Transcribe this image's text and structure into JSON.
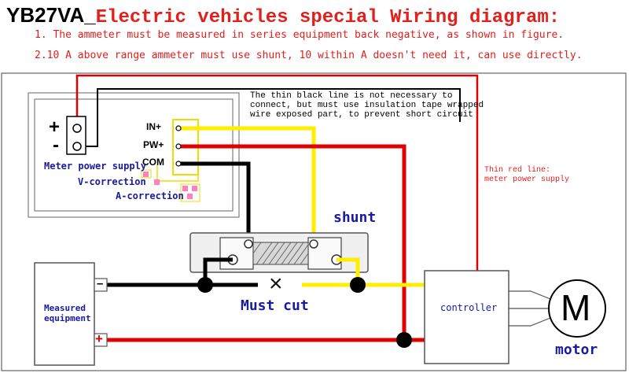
{
  "title": {
    "model": "YB27VA_",
    "rest": "Electric vehicles special Wiring diagram:"
  },
  "notes": [
    "1. The ammeter must be measured in series equipment back negative, as shown in figure.",
    "2.10 A above range ammeter must use shunt, 10 within A doesn't need it, can use directly."
  ],
  "thin_black_note": [
    "The thin black line is not necessary to",
    "connect, but must use insulation tape wrapped",
    "wire exposed part, to prevent short circuit"
  ],
  "thin_red_note": [
    "Thin red line:",
    "meter power supply"
  ],
  "meter": {
    "plus": "+",
    "minus": "-",
    "in_plus": "IN+",
    "pw_plus": "PW+",
    "com": "COM",
    "power_supply": "Meter power supply",
    "v_correction": "V-correction",
    "a_correction": "A-correction"
  },
  "shunt_label": "shunt",
  "must_cut_label": "Must cut",
  "cut_symbol": "×",
  "equipment": {
    "label_line1": "Measured",
    "label_line2": "equipment",
    "neg": "–",
    "pos": "+"
  },
  "controller_label": "controller",
  "motor": {
    "symbol": "M",
    "label": "motor"
  },
  "colors": {
    "title_black": "#000000",
    "title_red": "#e0201c",
    "note_red": "#e0201c",
    "wire_red": "#e00000",
    "wire_yellow": "#ffee00",
    "wire_black": "#000000",
    "label_blue": "#1a1aa0",
    "pink": "#ff80c0",
    "yellow_outline": "#f0dc00"
  }
}
